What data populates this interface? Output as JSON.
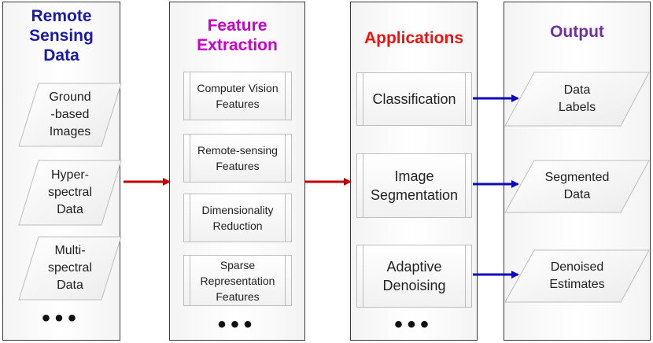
{
  "colors": {
    "remote_title": "#1a1aa8",
    "feature_title": "#cc00cc",
    "applications_title": "#ee1111",
    "output_title": "#7030a0",
    "red_arrow": "#c00000",
    "blue_arrow": "#0a0ab8"
  },
  "columns": {
    "remote": {
      "title_lines": [
        "Remote",
        "Sensing",
        "Data"
      ],
      "items": [
        [
          "Ground",
          "-based",
          "Images"
        ],
        [
          "Hyper-",
          "spectral",
          "Data"
        ],
        [
          "Multi-",
          "spectral",
          "Data"
        ]
      ],
      "ellipsis": "•••"
    },
    "features": {
      "title_lines": [
        "Feature",
        "Extraction"
      ],
      "items": [
        [
          "Computer Vision",
          "Features"
        ],
        [
          "Remote-sensing",
          "Features"
        ],
        [
          "Dimensionality",
          "Reduction"
        ],
        [
          "Sparse",
          "Representation",
          "Features"
        ]
      ],
      "ellipsis": "•••"
    },
    "applications": {
      "title_lines": [
        "Applications"
      ],
      "items": [
        [
          "Classification"
        ],
        [
          "Image",
          "Segmentation"
        ],
        [
          "Adaptive",
          "Denoising"
        ]
      ],
      "ellipsis": "•••"
    },
    "output": {
      "title_lines": [
        "Output"
      ],
      "items": [
        [
          "Data",
          "Labels"
        ],
        [
          "Segmented",
          "Data"
        ],
        [
          "Denoised",
          "Estimates"
        ]
      ]
    }
  }
}
